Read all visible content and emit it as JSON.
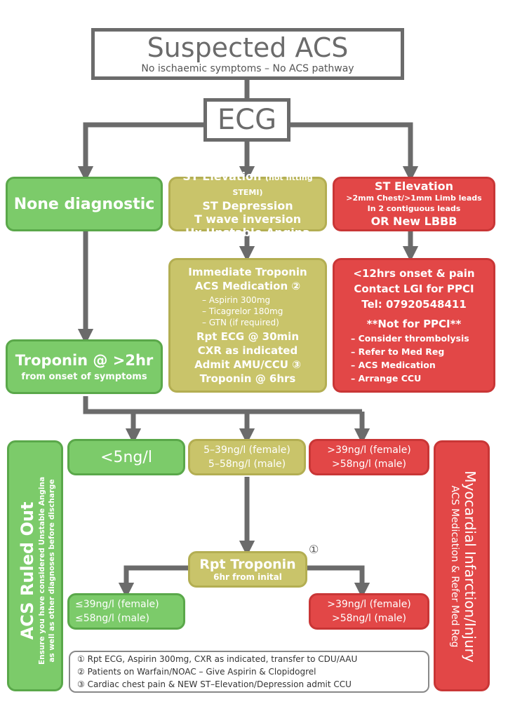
{
  "title": {
    "heading": "Suspected ACS",
    "sub": "No ischaemic symptoms – No ACS pathway"
  },
  "ecg": "ECG",
  "colors": {
    "green": "#7ccb6a",
    "yellow": "#c9c46a",
    "red": "#e24747",
    "grey": "#6b6b6b"
  },
  "none_diag": "None diagnostic",
  "st_mid": {
    "l1a": "ST Elevation",
    "l1b": "(not fitting STEMI)",
    "l2": "ST Depression",
    "l3": "T wave inversion",
    "l4": "Hx Unstable Angina"
  },
  "st_right": {
    "l1": "ST Elevation",
    "l2": ">2mm Chest/>1mm Limb leads",
    "l3": "In 2 contiguous leads",
    "l4": "OR New LBBB"
  },
  "mid_actions": {
    "l1": "Immediate Troponin",
    "l2": "ACS Medication",
    "l2c": "②",
    "items": [
      "– Aspirin 300mg",
      "– Ticagrelor 180mg",
      "– GTN (if required)"
    ],
    "l3": "Rpt ECG @ 30min",
    "l4": "CXR as indicated",
    "l5": "Admit AMU/CCU",
    "l5c": "③",
    "l6": "Troponin @ 6hrs"
  },
  "right_actions": {
    "l1": "<12hrs onset & pain",
    "l2": "Contact LGI for PPCI",
    "l3": "Tel: 07920548411",
    "l4": "**Not for PPCI**",
    "items": [
      "– Consider thrombolysis",
      "– Refer to Med Reg",
      "– ACS Medication",
      "– Arrange CCU"
    ]
  },
  "troponin": {
    "l1": "Troponin @ >2hr",
    "l2": "from onset of symptoms"
  },
  "result_low": "<5ng/l",
  "result_mid": {
    "l1": "5–39ng/l (female)",
    "l2": "5–58ng/l (male)"
  },
  "result_high": {
    "l1": ">39ng/l (female)",
    "l2": ">58ng/l (male)"
  },
  "rpt_trop": {
    "l1": "Rpt Troponin",
    "l2": "6hr from inital",
    "marker": "①"
  },
  "rpt_low": {
    "l1": "≤39ng/l (female)",
    "l2": "≤58ng/l (male)"
  },
  "rpt_high": {
    "l1": ">39ng/l (female)",
    "l2": ">58ng/l (male)"
  },
  "ruled_out": {
    "title": "ACS Ruled Out",
    "n1": "Ensure you have considered Unstable Angina",
    "n2": "as well as other diagnoses before discharge"
  },
  "mi": {
    "title": "Myocardial Infarction/Injury",
    "sub": "ACS Medication & Refer Med Reg"
  },
  "notes": [
    "① Rpt ECG, Aspirin 300mg, CXR as indicated, transfer to CDU/AAU",
    "② Patients on Warfain/NOAC – Give Aspirin & Clopidogrel",
    "③ Cardiac chest pain & NEW ST–Elevation/Depression admit CCU"
  ]
}
